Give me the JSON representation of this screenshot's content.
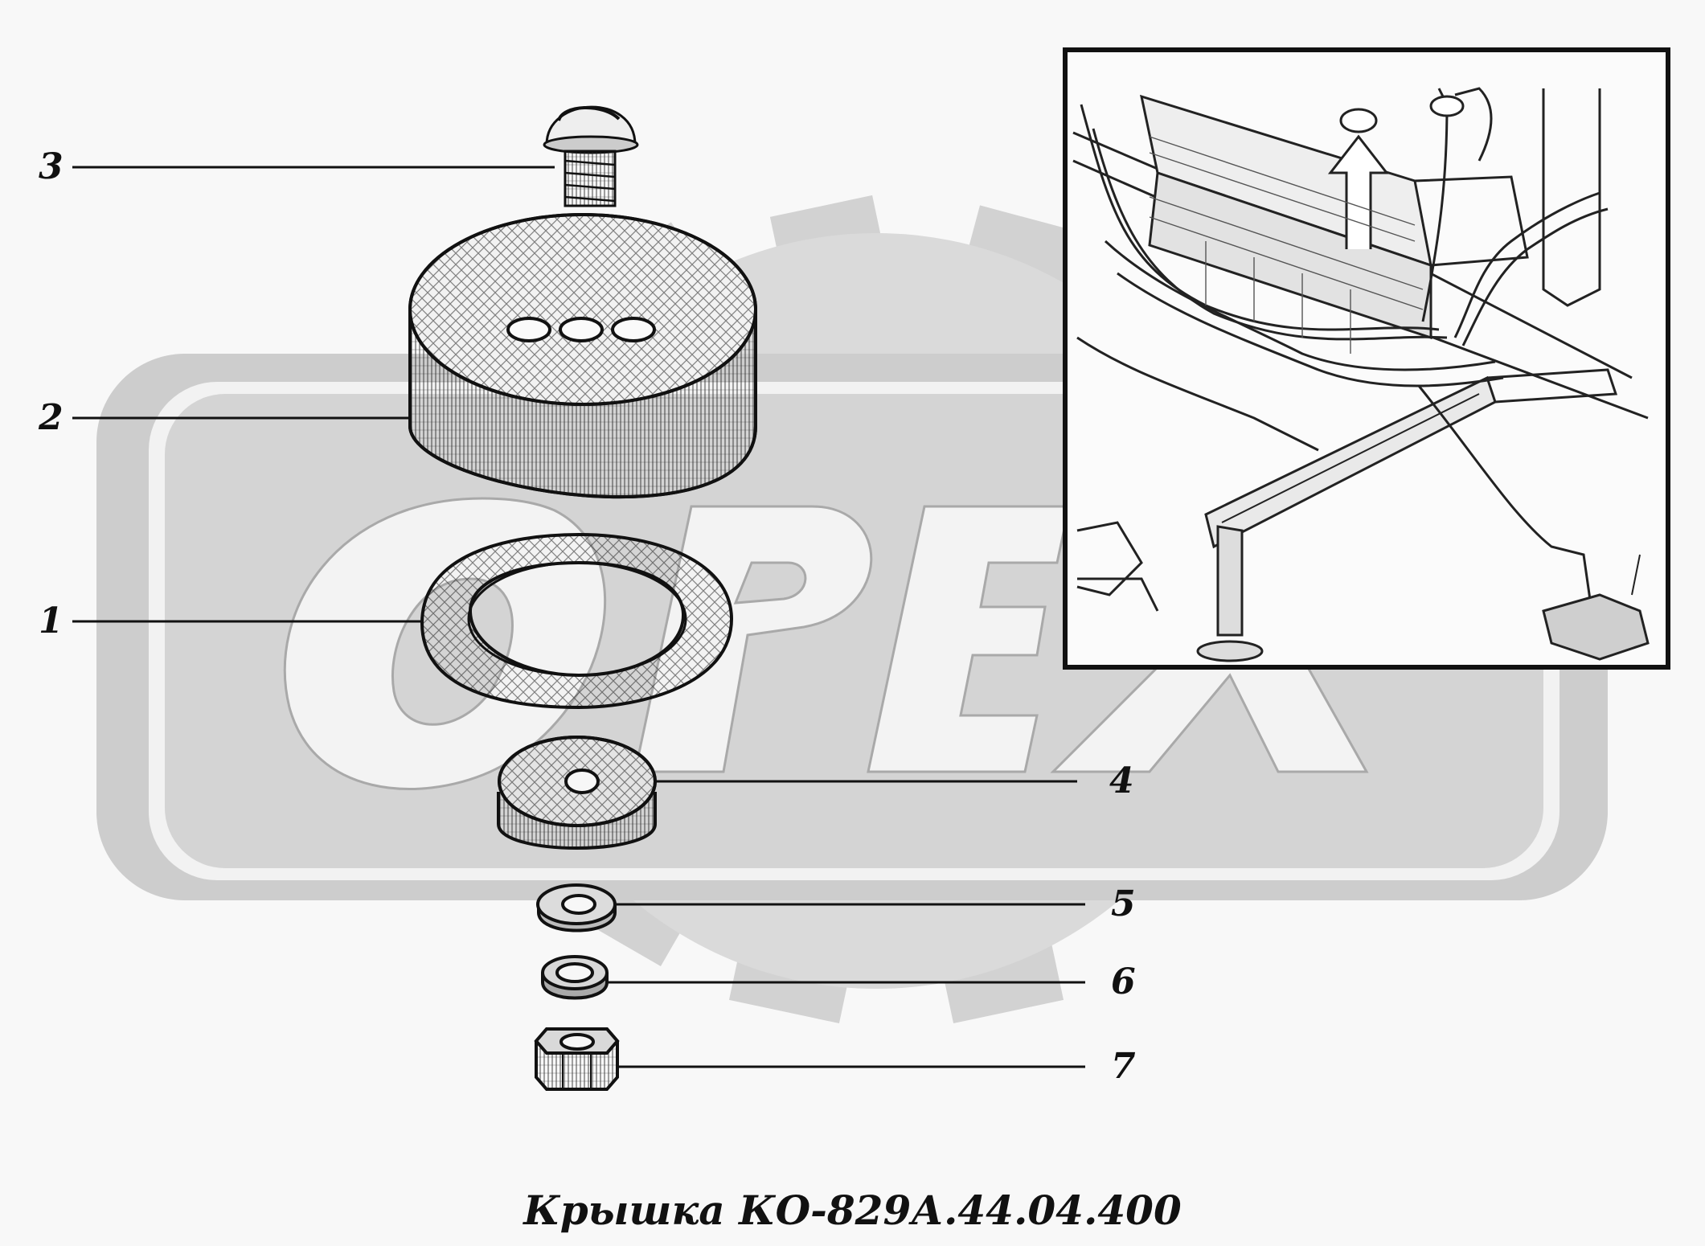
{
  "diagram": {
    "caption": "Крышка КО-829А.44.04.400",
    "watermark_text": "ОРЕХ",
    "callouts": [
      {
        "id": "callout-3",
        "label": "3",
        "part": "round-head-bolt"
      },
      {
        "id": "callout-2",
        "label": "2",
        "part": "cover-disc"
      },
      {
        "id": "callout-1",
        "label": "1",
        "part": "gasket-ring"
      },
      {
        "id": "callout-4",
        "label": "4",
        "part": "pad-washer"
      },
      {
        "id": "callout-5",
        "label": "5",
        "part": "flat-washer"
      },
      {
        "id": "callout-6",
        "label": "6",
        "part": "spring-washer"
      },
      {
        "id": "callout-7",
        "label": "7",
        "part": "hex-nut"
      }
    ],
    "colors": {
      "ink": "#111111",
      "watermark": "#d2d2d2",
      "background": "#f8f8f8"
    }
  }
}
